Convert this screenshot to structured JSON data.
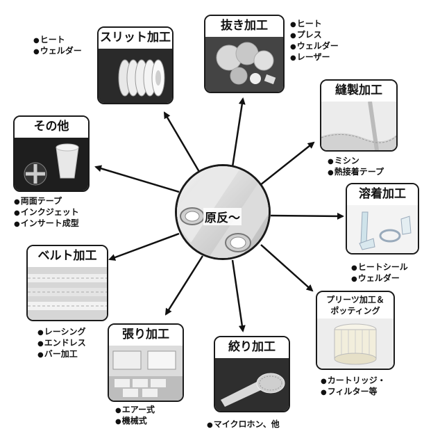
{
  "center": {
    "label": "原反～"
  },
  "cards": {
    "slit": {
      "title": "スリット加工",
      "items": [
        "ヒート",
        "ウェルダー"
      ]
    },
    "punch": {
      "title": "抜き加工",
      "items": [
        "ヒート",
        "プレス",
        "ウェルダー",
        "レーザー"
      ]
    },
    "sewing": {
      "title": "縫製加工",
      "items": [
        "ミシン",
        "熱接着テープ"
      ]
    },
    "welding": {
      "title": "溶着加工",
      "items": [
        "ヒートシール",
        "ウェルダー"
      ]
    },
    "pleats": {
      "title_line1": "プリーツ加工＆",
      "title_line2": "ポッティング",
      "items": [
        "カートリッジ・",
        "フィルター等"
      ]
    },
    "drawing": {
      "title": "絞り加工",
      "items": [
        "マイクロホン、他"
      ]
    },
    "stretch": {
      "title": "張り加工",
      "items": [
        "エアー式",
        "機械式"
      ]
    },
    "belt": {
      "title": "ベルト加工",
      "items": [
        "レーシング",
        "エンドレス",
        "バー加工"
      ]
    },
    "other": {
      "title": "その他",
      "items": [
        "両面テープ",
        "インクジェット",
        "インサート成型"
      ]
    }
  }
}
